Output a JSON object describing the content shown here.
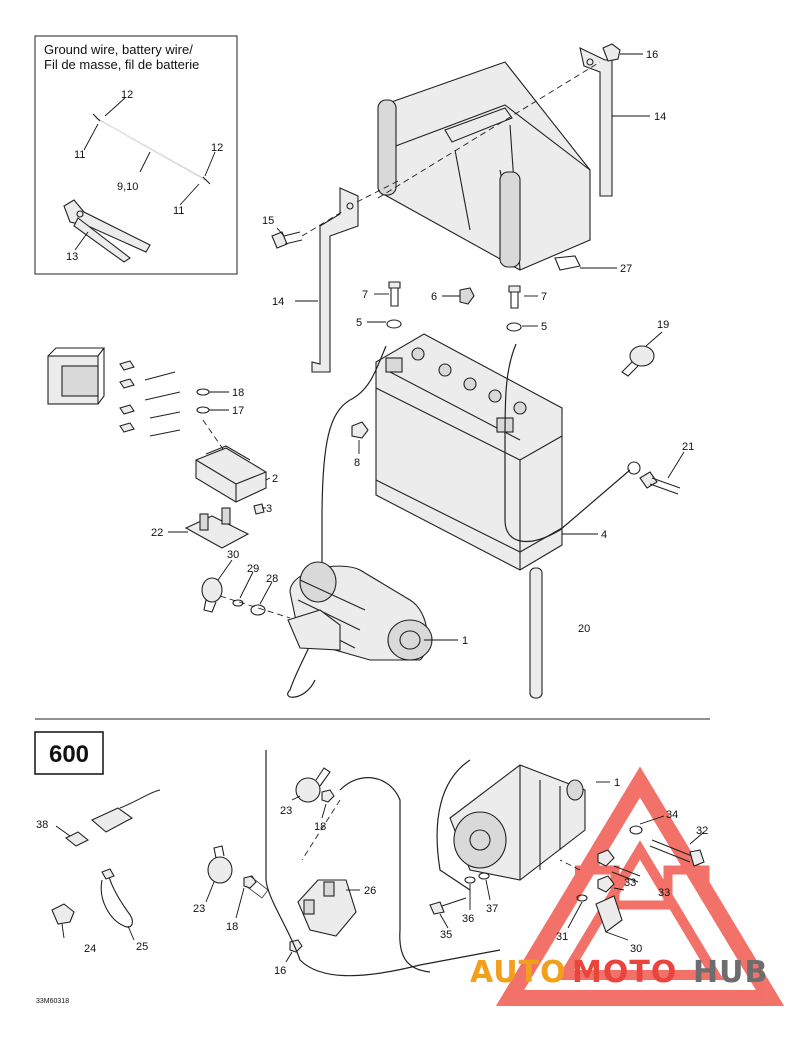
{
  "inset": {
    "title_line1": "Ground wire, battery wire/",
    "title_line2": "Fil de masse, fil de batterie",
    "labels": [
      "12",
      "11",
      "9,10",
      "12",
      "11",
      "13"
    ]
  },
  "variant_label": "600",
  "drawing_code": "33M60318",
  "watermark": {
    "auto": "AUTO",
    "moto": "MOTO",
    "hub": "HUB",
    "colors": {
      "red": "#e8453c",
      "orange": "#f2a01c",
      "gray": "#6d6d6d",
      "logo_red": "#f05a4f"
    }
  },
  "callouts_upper": [
    "16",
    "14",
    "15",
    "14",
    "27",
    "7",
    "6",
    "7",
    "5",
    "5",
    "19",
    "18",
    "17",
    "8",
    "2",
    "3",
    "21",
    "22",
    "4",
    "30",
    "29",
    "28",
    "1",
    "20"
  ],
  "callouts_lower": [
    "1",
    "34",
    "32",
    "23",
    "18",
    "38",
    "26",
    "33",
    "23",
    "18",
    "36",
    "37",
    "33",
    "35",
    "31",
    "30",
    "16",
    "24",
    "25"
  ]
}
